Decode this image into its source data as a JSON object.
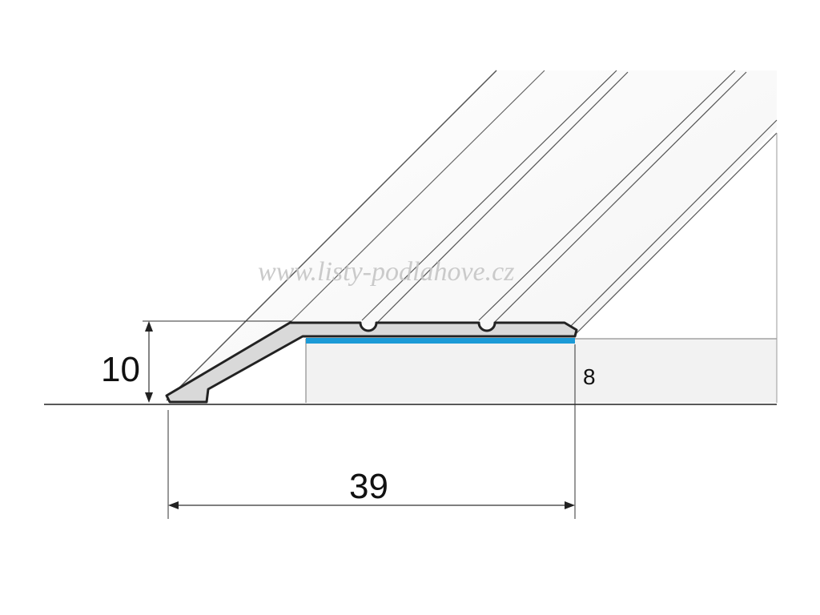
{
  "watermark": {
    "text": "www.listy-podlahove.cz"
  },
  "dimensions": {
    "height_label": "10",
    "width_label": "39",
    "floor_thickness_label": "8"
  },
  "colors": {
    "adhesive_tape": "#1c9ad6",
    "profile_fill": "#d9d9d9",
    "profile_stroke": "#222222",
    "strip_outline": "#555555",
    "floor_fill": "#f2f2f2",
    "watermark": "#c4c4c4"
  }
}
